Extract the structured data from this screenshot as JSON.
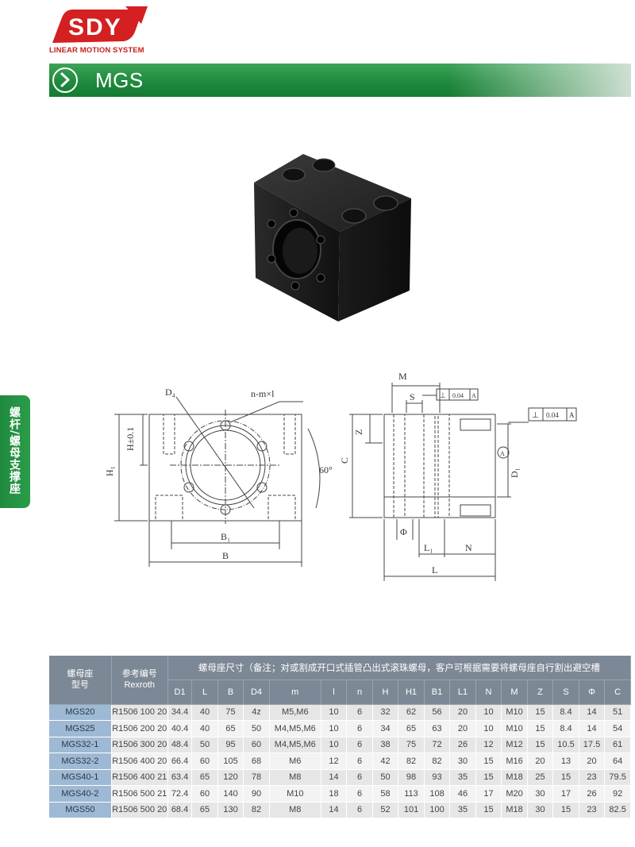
{
  "logo": {
    "brand": "SDY",
    "tagline": "LINEAR MOTION SYSTEM",
    "brand_color": "#d42020"
  },
  "header": {
    "title": "MGS",
    "icon": "chevron-right-icon",
    "bar_color": "#1f8a3e"
  },
  "side_tab": {
    "label": "螺杆/螺母支撑座"
  },
  "drawing_front": {
    "labels": {
      "d4": "D₄",
      "nmxl": "n-m×l",
      "h_tol": "H±0.1",
      "h1": "H₁",
      "angle": "60°",
      "b1": "B₁",
      "b": "B"
    }
  },
  "drawing_side": {
    "labels": {
      "m": "M",
      "s": "S",
      "z": "Z",
      "c": "C",
      "d1": "D₁",
      "phi": "Φ",
      "l1": "L₁",
      "n": "N",
      "l": "L",
      "tol_a": "0.04",
      "datum": "A",
      "perp": "⊥"
    }
  },
  "table": {
    "header": {
      "model": "螺母座\n型号",
      "reference": "参考编号\nRexroth",
      "dims_title": "螺母座尺寸（备注；对或割成开口式插管凸出式滚珠螺母，客户可根据需要将螺母座自行割出避空槽",
      "columns": [
        "D1",
        "L",
        "B",
        "D4",
        "m",
        "l",
        "n",
        "H",
        "H1",
        "B1",
        "L1",
        "N",
        "M",
        "Z",
        "S",
        "Φ",
        "C"
      ]
    },
    "rows": [
      {
        "model": "MGS20",
        "ref": "R1506 100 20",
        "vals": [
          "34.4",
          "40",
          "75",
          "4z",
          "M5,M6",
          "10",
          "6",
          "32",
          "62",
          "56",
          "20",
          "10",
          "M10",
          "15",
          "8.4",
          "14",
          "51"
        ]
      },
      {
        "model": "MGS25",
        "ref": "R1506 200 20",
        "vals": [
          "40.4",
          "40",
          "65",
          "50",
          "M4,M5,M6",
          "10",
          "6",
          "34",
          "65",
          "63",
          "20",
          "10",
          "M10",
          "15",
          "8.4",
          "14",
          "54"
        ]
      },
      {
        "model": "MGS32-1",
        "ref": "R1506 300 20",
        "vals": [
          "48.4",
          "50",
          "95",
          "60",
          "M4,M5,M6",
          "10",
          "6",
          "38",
          "75",
          "72",
          "26",
          "12",
          "M12",
          "15",
          "10.5",
          "17.5",
          "61"
        ]
      },
      {
        "model": "MGS32-2",
        "ref": "R1506 400 20",
        "vals": [
          "66.4",
          "60",
          "105",
          "68",
          "M6",
          "12",
          "6",
          "42",
          "82",
          "82",
          "30",
          "15",
          "M16",
          "20",
          "13",
          "20",
          "64"
        ]
      },
      {
        "model": "MGS40-1",
        "ref": "R1506 400 21",
        "vals": [
          "63.4",
          "65",
          "120",
          "78",
          "M8",
          "14",
          "6",
          "50",
          "98",
          "93",
          "35",
          "15",
          "M18",
          "25",
          "15",
          "23",
          "79.5"
        ]
      },
      {
        "model": "MGS40-2",
        "ref": "R1506 500 21",
        "vals": [
          "72.4",
          "60",
          "140",
          "90",
          "M10",
          "18",
          "6",
          "58",
          "113",
          "108",
          "46",
          "17",
          "M20",
          "30",
          "17",
          "26",
          "92"
        ]
      },
      {
        "model": "MGS50",
        "ref": "R1506 500 20",
        "vals": [
          "68.4",
          "65",
          "130",
          "82",
          "M8",
          "14",
          "6",
          "52",
          "101",
          "100",
          "35",
          "15",
          "M18",
          "30",
          "15",
          "23",
          "82.5"
        ]
      }
    ]
  }
}
